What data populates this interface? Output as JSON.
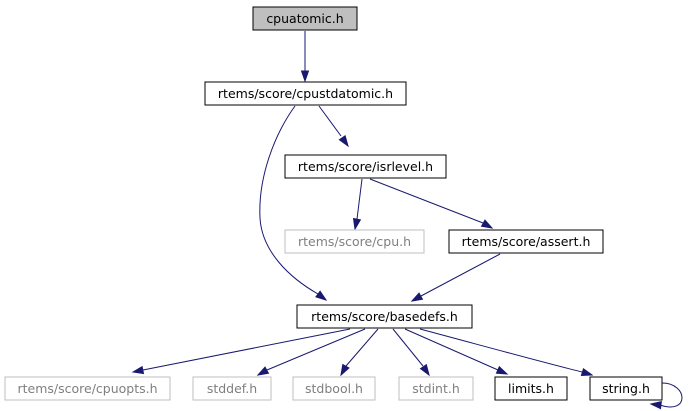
{
  "graph": {
    "nodes": [
      {
        "id": "cpuatomic",
        "label": "cpuatomic.h",
        "style": "root"
      },
      {
        "id": "cpustdatomic",
        "label": "rtems/score/cpustdatomic.h",
        "style": "normal"
      },
      {
        "id": "isrlevel",
        "label": "rtems/score/isrlevel.h",
        "style": "normal"
      },
      {
        "id": "cpu",
        "label": "rtems/score/cpu.h",
        "style": "missing"
      },
      {
        "id": "assert",
        "label": "rtems/score/assert.h",
        "style": "normal"
      },
      {
        "id": "basedefs",
        "label": "rtems/score/basedefs.h",
        "style": "normal"
      },
      {
        "id": "cpuopts",
        "label": "rtems/score/cpuopts.h",
        "style": "missing"
      },
      {
        "id": "stddef",
        "label": "stddef.h",
        "style": "missing"
      },
      {
        "id": "stdbool",
        "label": "stdbool.h",
        "style": "missing"
      },
      {
        "id": "stdint",
        "label": "stdint.h",
        "style": "missing"
      },
      {
        "id": "limits",
        "label": "limits.h",
        "style": "normal"
      },
      {
        "id": "string",
        "label": "string.h",
        "style": "normal"
      }
    ],
    "edges": [
      {
        "from": "cpuatomic",
        "to": "cpustdatomic"
      },
      {
        "from": "cpustdatomic",
        "to": "isrlevel"
      },
      {
        "from": "cpustdatomic",
        "to": "basedefs"
      },
      {
        "from": "isrlevel",
        "to": "cpu"
      },
      {
        "from": "isrlevel",
        "to": "assert"
      },
      {
        "from": "assert",
        "to": "basedefs"
      },
      {
        "from": "basedefs",
        "to": "cpuopts"
      },
      {
        "from": "basedefs",
        "to": "stddef"
      },
      {
        "from": "basedefs",
        "to": "stdbool"
      },
      {
        "from": "basedefs",
        "to": "stdint"
      },
      {
        "from": "basedefs",
        "to": "limits"
      },
      {
        "from": "basedefs",
        "to": "string"
      },
      {
        "from": "string",
        "to": "string"
      }
    ],
    "colors": {
      "edge": "#191970",
      "root_fill": "#bfbfbf",
      "missing_border": "#bfbfbf",
      "missing_text": "#7f7f7f"
    }
  }
}
